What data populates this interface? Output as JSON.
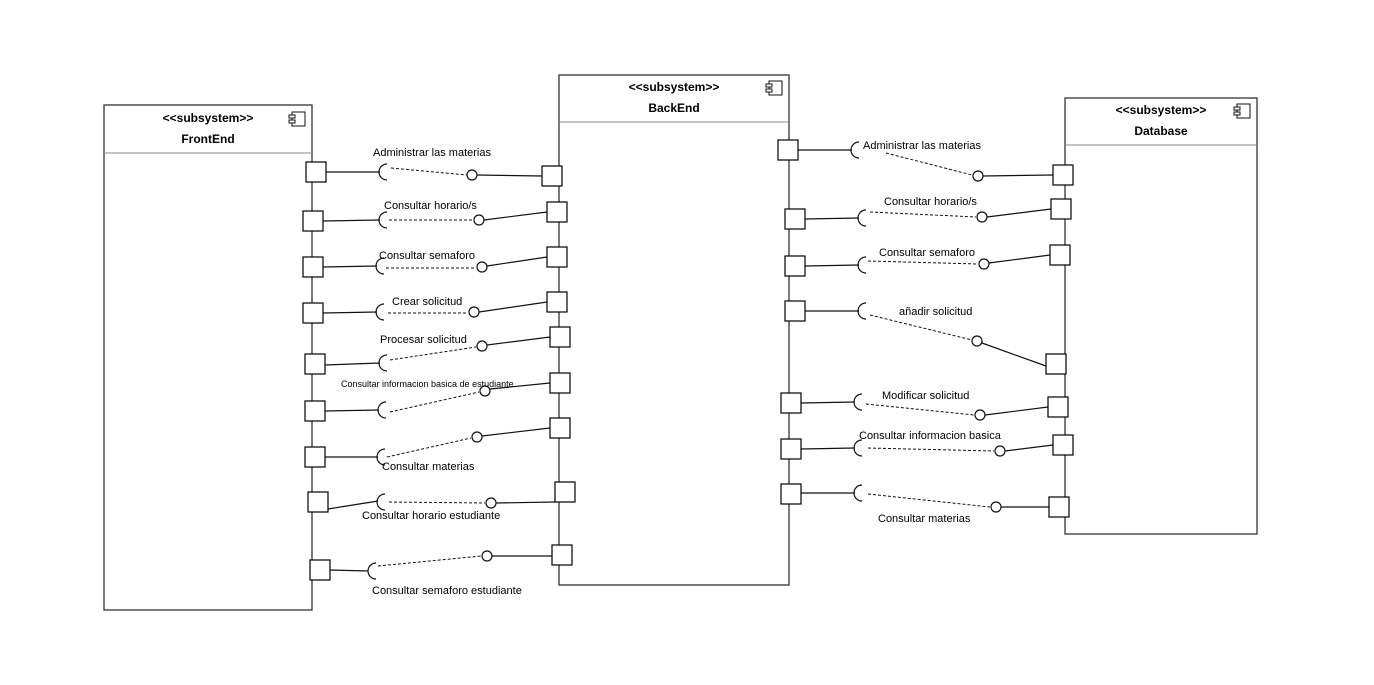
{
  "subsystems": {
    "frontend": {
      "stereotype": "<<subsystem>>",
      "name": "FrontEnd"
    },
    "backend": {
      "stereotype": "<<subsystem>>",
      "name": "BackEnd"
    },
    "database": {
      "stereotype": "<<subsystem>>",
      "name": "Database"
    }
  },
  "interfaces_front_back": [
    "Administrar las materias",
    "Consultar horario/s",
    "Consultar semaforo",
    "Crear solicitud",
    "Procesar solicitud",
    "Consultar informacion basica de estudiante",
    "Consultar materias",
    "Consultar horario estudiante",
    "Consultar semaforo estudiante"
  ],
  "interfaces_back_db": [
    "Administrar las materias",
    "Consultar horario/s",
    "Consultar semaforo",
    "añadir solicitud",
    "Modificar solicitud",
    "Consultar informacion basica",
    "Consultar materias"
  ],
  "icon": "component-icon"
}
